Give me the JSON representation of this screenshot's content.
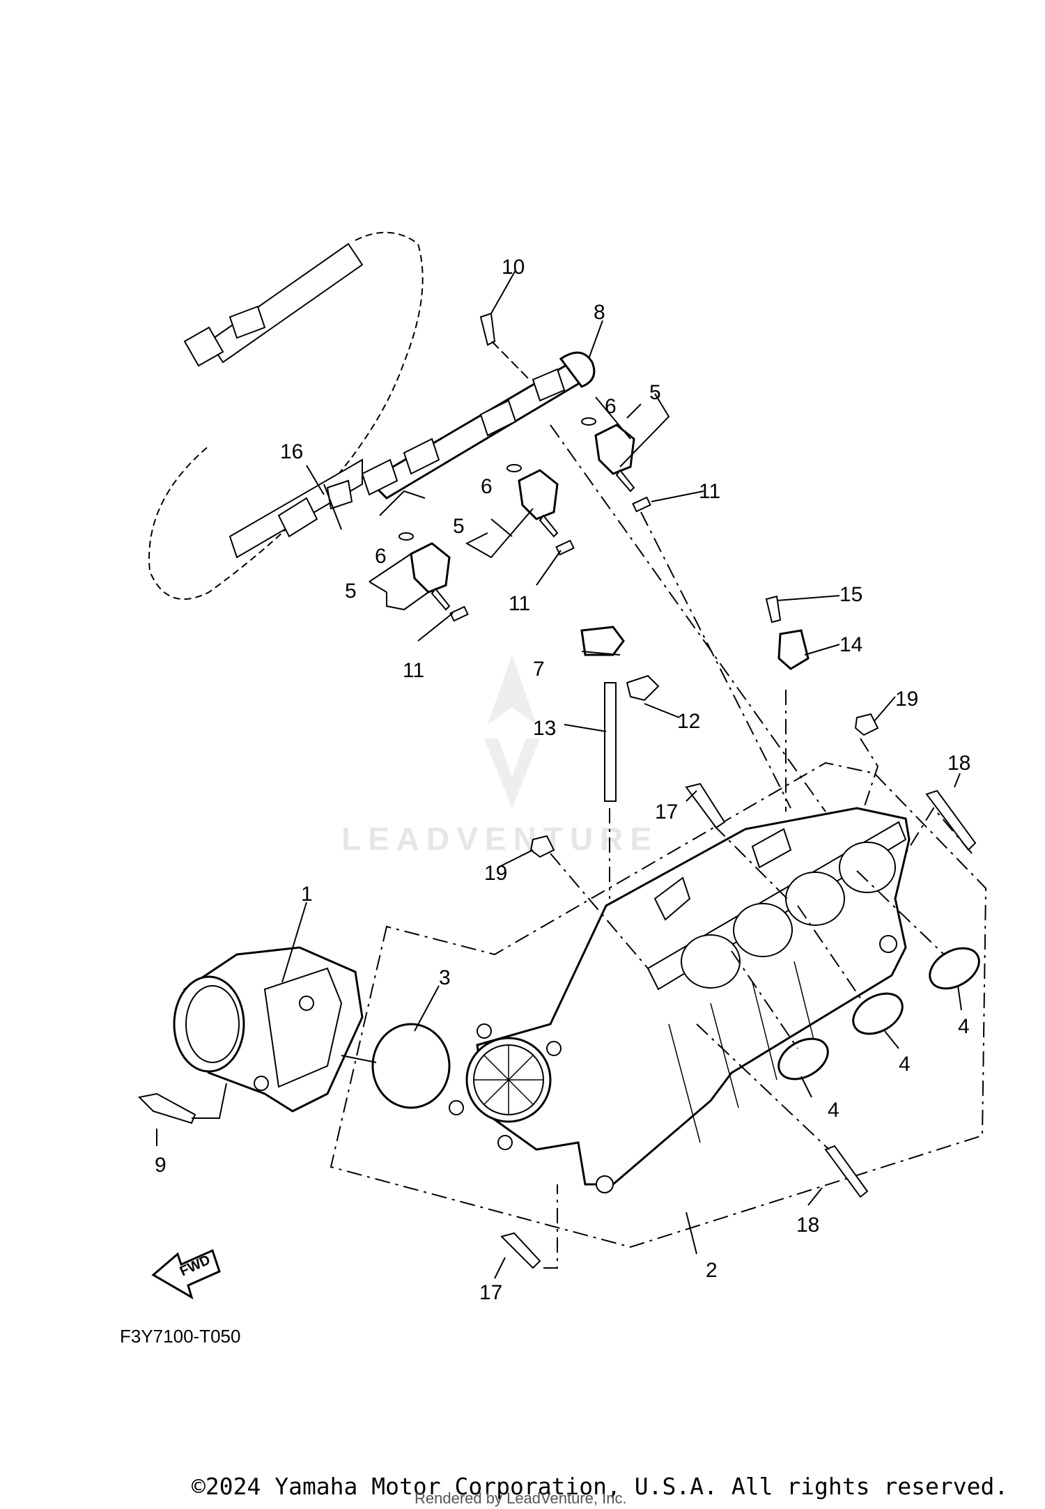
{
  "diagram_code": "F3Y7100-T050",
  "copyright": "©2024 Yamaha Motor Corporation, U.S.A. All rights reserved.",
  "rendered_by": "Rendered by LeadVenture, Inc.",
  "watermark": "LEADVENTURE",
  "fwd_label": "FWD",
  "callouts": {
    "c1": "1",
    "c2": "2",
    "c3": "3",
    "c4a": "4",
    "c4b": "4",
    "c4c": "4",
    "c5a": "5",
    "c5b": "5",
    "c5c": "5",
    "c6a": "6",
    "c6b": "6",
    "c6c": "6",
    "c7": "7",
    "c8": "8",
    "c9": "9",
    "c10": "10",
    "c11a": "11",
    "c11b": "11",
    "c11c": "11",
    "c12": "12",
    "c13": "13",
    "c14": "14",
    "c15": "15",
    "c16": "16",
    "c17a": "17",
    "c17b": "17",
    "c18a": "18",
    "c18b": "18",
    "c19a": "19",
    "c19b": "19"
  }
}
